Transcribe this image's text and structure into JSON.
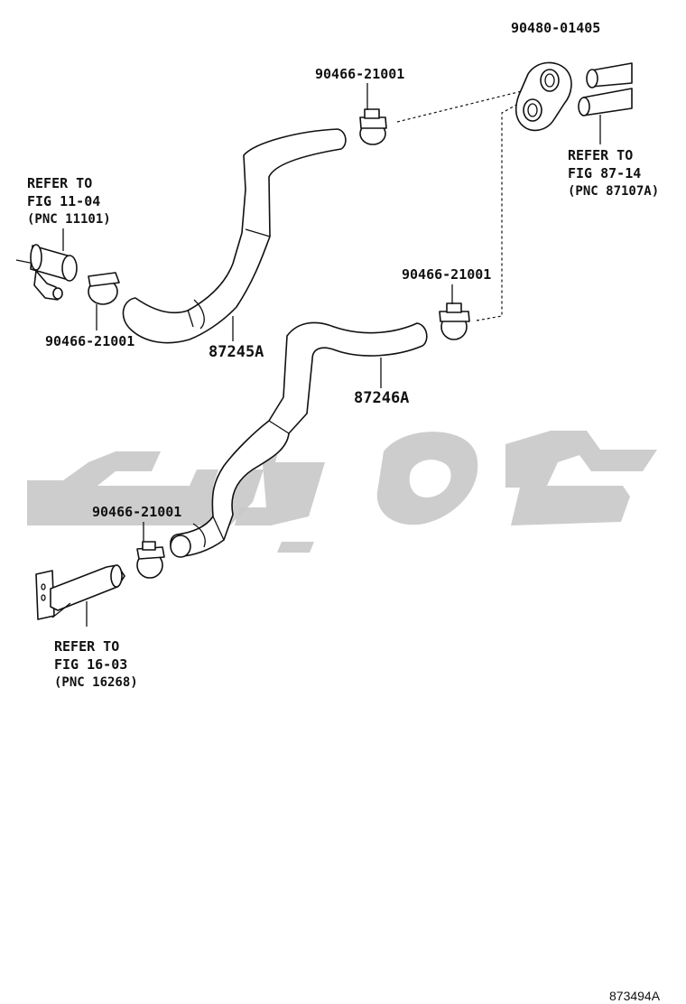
{
  "labels": {
    "gasket_part_no": "90480-01405",
    "clamp_top_part_no": "90466-21001",
    "clamp_mid_right_part_no": "90466-21001",
    "clamp_left_part_no": "90466-21001",
    "clamp_bottom_part_no": "90466-21001",
    "hose_upper_part_no": "87245A",
    "hose_lower_part_no": "87246A"
  },
  "references": {
    "right": {
      "line1": "REFER TO",
      "line2": "FIG 87-14",
      "line3": "(PNC 87107A)"
    },
    "left": {
      "line1": "REFER TO",
      "line2": "FIG 11-04",
      "line3": "(PNC 11101)"
    },
    "bottom": {
      "line1": "REFER TO",
      "line2": "FIG 16-03",
      "line3": "(PNC 16268)"
    }
  },
  "figure_code": "873494A",
  "colors": {
    "ink": "#111111",
    "watermark": "#c9c9c9",
    "background": "#ffffff"
  }
}
